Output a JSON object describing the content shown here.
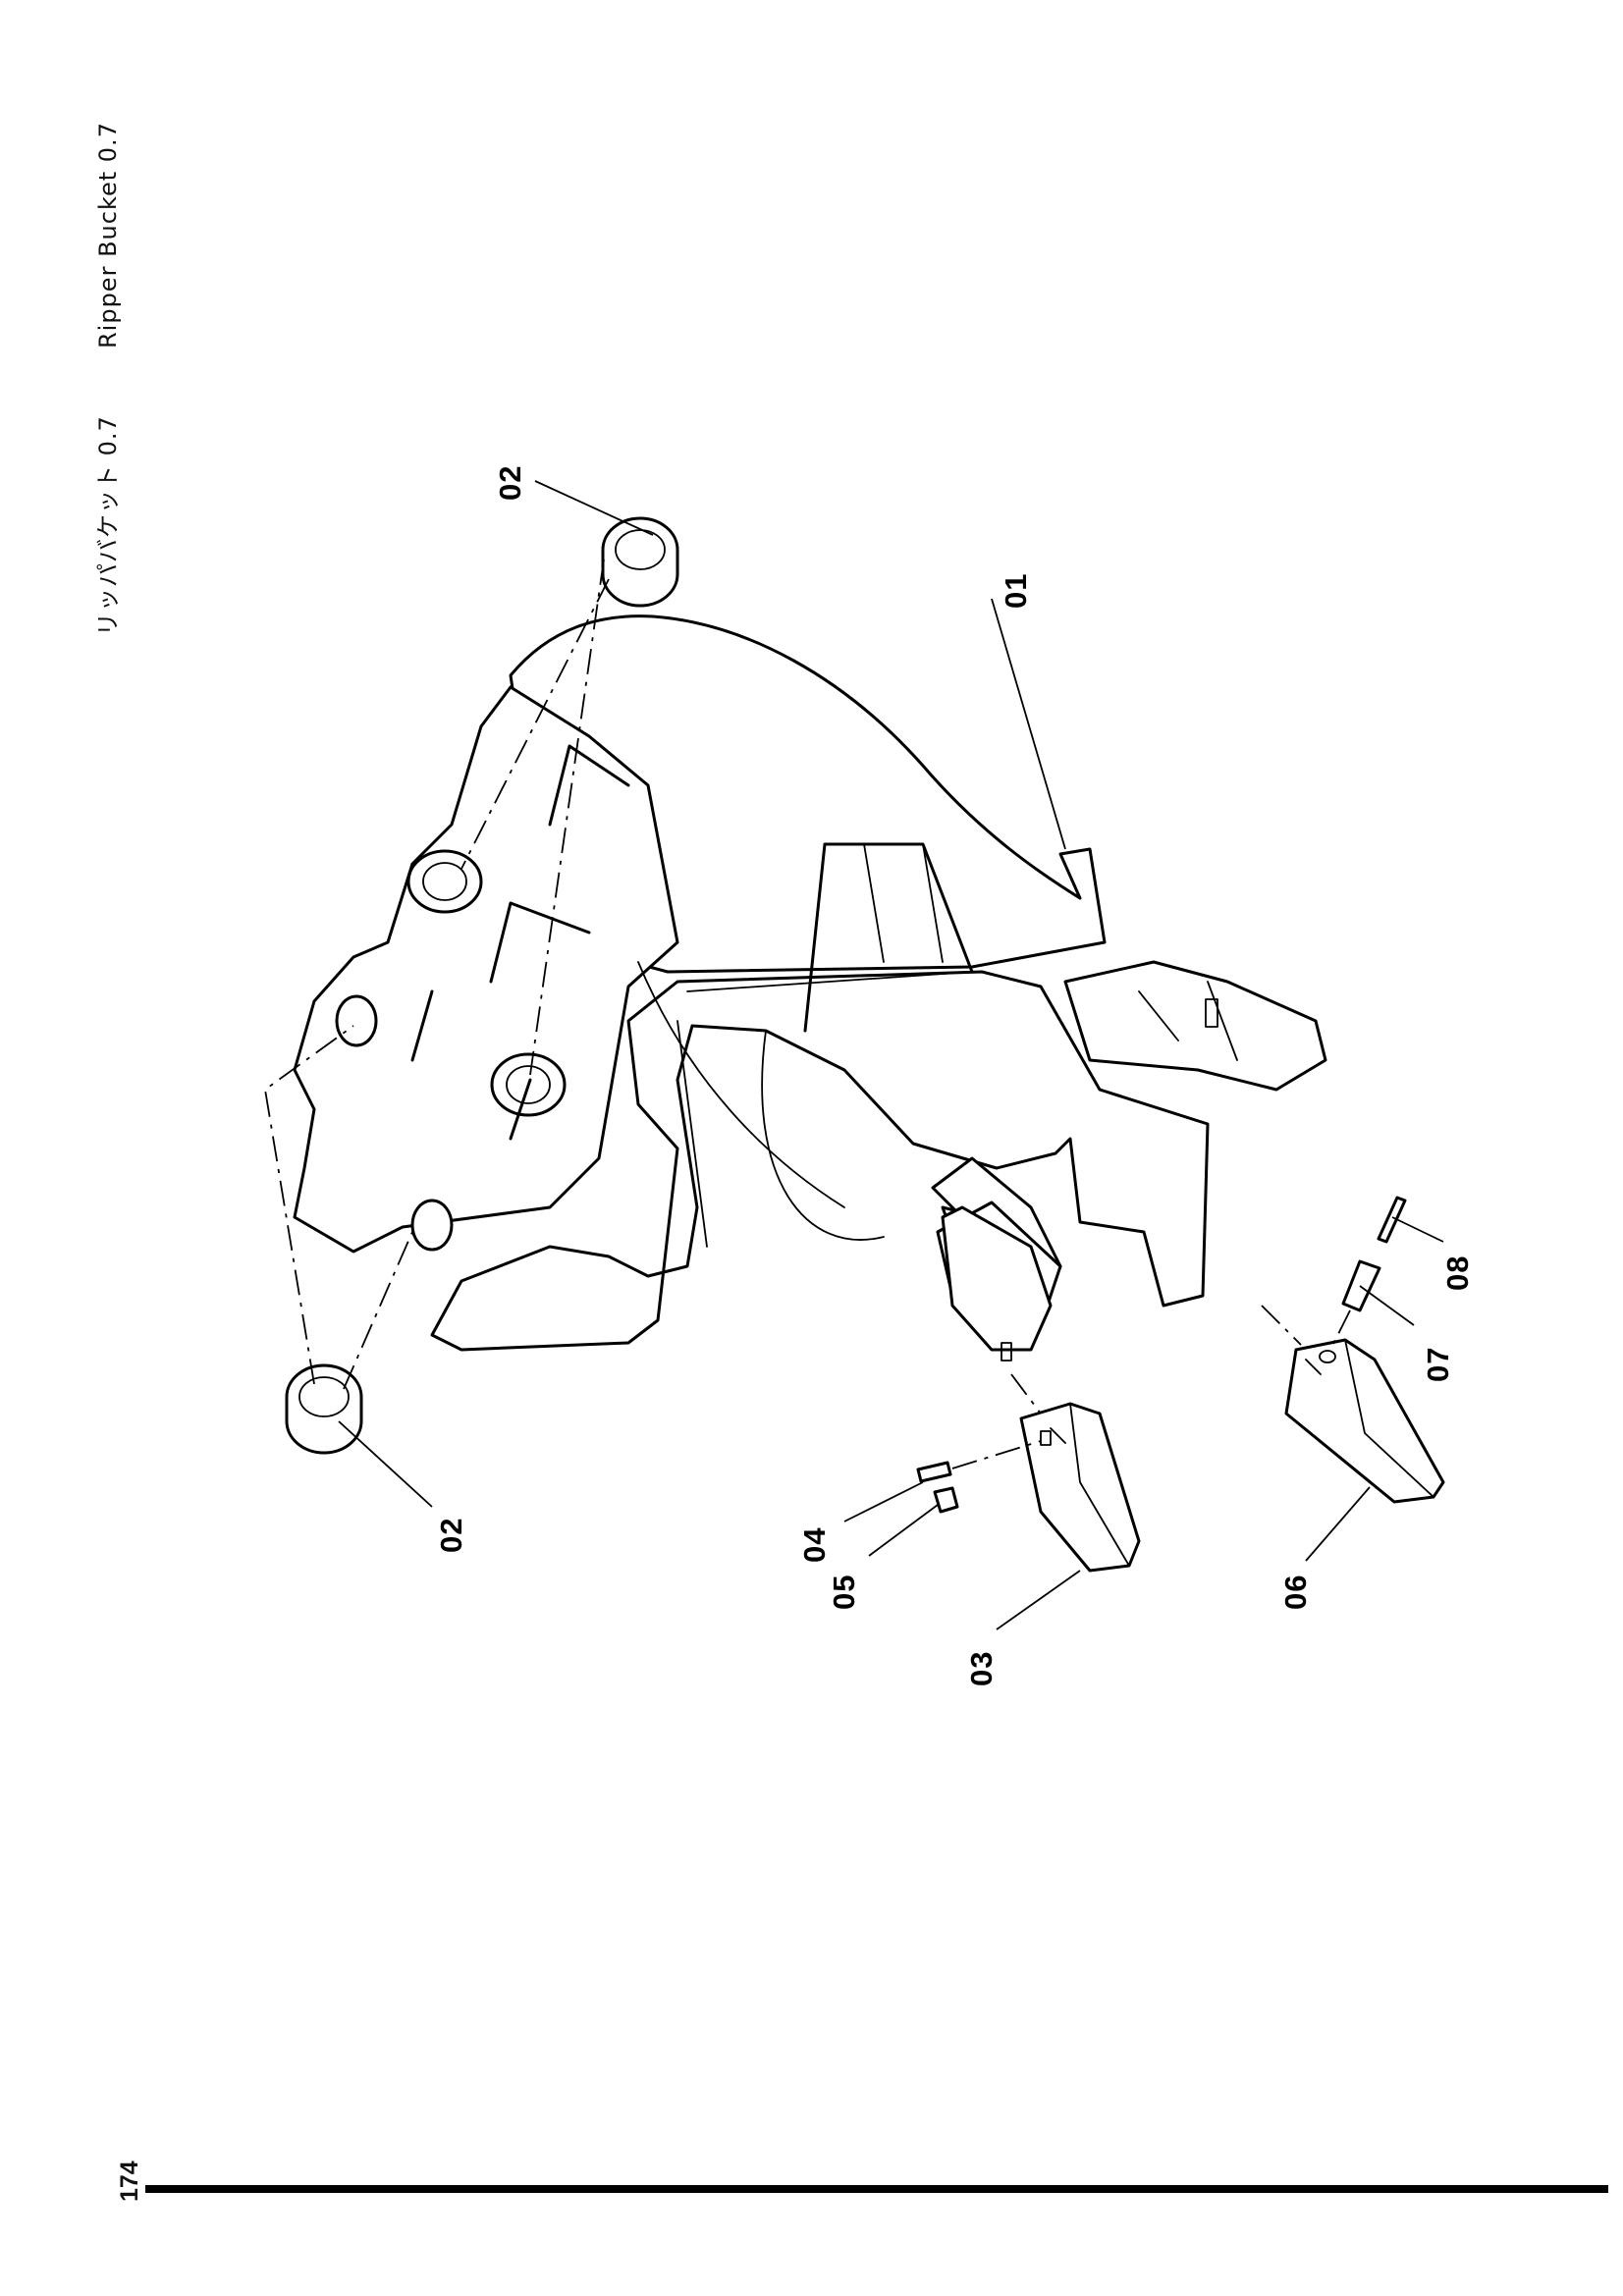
{
  "header": {
    "title_ja": "リッパバケット 0.7",
    "title_en": "Ripper Bucket 0.7"
  },
  "page_number": "174",
  "callouts": [
    {
      "id": "c01",
      "label": "01"
    },
    {
      "id": "c02a",
      "label": "02"
    },
    {
      "id": "c02b",
      "label": "02"
    },
    {
      "id": "c03",
      "label": "03"
    },
    {
      "id": "c04",
      "label": "04"
    },
    {
      "id": "c05",
      "label": "05"
    },
    {
      "id": "c06",
      "label": "06"
    },
    {
      "id": "c07",
      "label": "07"
    },
    {
      "id": "c08",
      "label": "08"
    }
  ],
  "colors": {
    "ink": "#000000",
    "paper": "#ffffff"
  }
}
